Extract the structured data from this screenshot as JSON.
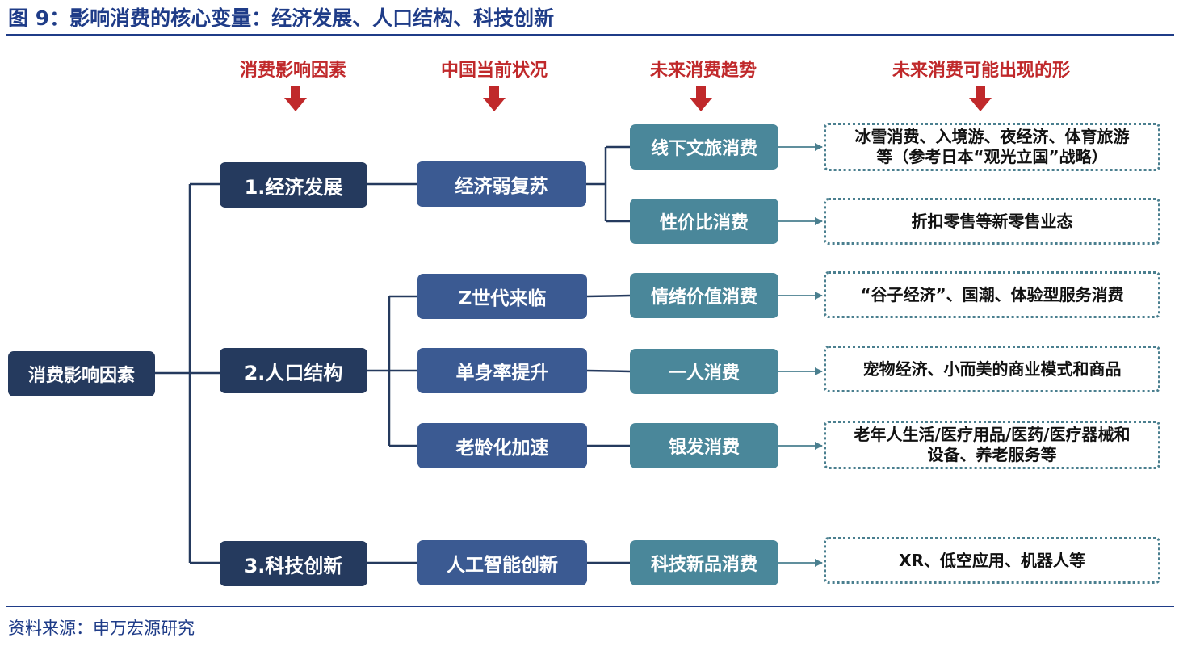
{
  "title": "图 9：影响消费的核心变量：经济发展、人口结构、科技创新",
  "column_headers": {
    "factors": "消费影响因素",
    "china_status": "中国当前状况",
    "future_trend": "未来消费趋势",
    "future_forms": "未来消费可能出现的形"
  },
  "root": {
    "label": "消费影响因素"
  },
  "factors": [
    {
      "label": "1.经济发展"
    },
    {
      "label": "2.人口结构"
    },
    {
      "label": "3.科技创新"
    }
  ],
  "status": [
    {
      "label": "经济弱复苏"
    },
    {
      "label": "Z世代来临"
    },
    {
      "label": "单身率提升"
    },
    {
      "label": "老龄化加速"
    },
    {
      "label": "人工智能创新"
    }
  ],
  "trends": [
    {
      "label": "线下文旅消费"
    },
    {
      "label": "性价比消费"
    },
    {
      "label": "情绪价值消费"
    },
    {
      "label": "一人消费"
    },
    {
      "label": "银发消费"
    },
    {
      "label": "科技新品消费"
    }
  ],
  "forms": [
    {
      "line1": "冰雪消费、入境游、夜经济、体育旅游",
      "line2": "等（参考日本“观光立国”战略）"
    },
    {
      "line1": "折扣零售等新零售业态",
      "line2": ""
    },
    {
      "line1": "“谷子经济”、国潮、体验型服务消费",
      "line2": ""
    },
    {
      "line1": "宠物经济、小而美的商业模式和商品",
      "line2": ""
    },
    {
      "line1": "老年人生活/医疗用品/医药/医疗器械和",
      "line2": "设备、养老服务等"
    },
    {
      "line1": "XR、低空应用、机器人等",
      "line2": ""
    }
  ],
  "source": "资料来源：申万宏源研究",
  "colors": {
    "brand_blue": "#1f3c88",
    "header_red": "#c0292b",
    "box_dark": "#253a5e",
    "box_mid": "#3b5a92",
    "box_teal": "#4a879a",
    "dotted_border": "#4a7f8f"
  }
}
